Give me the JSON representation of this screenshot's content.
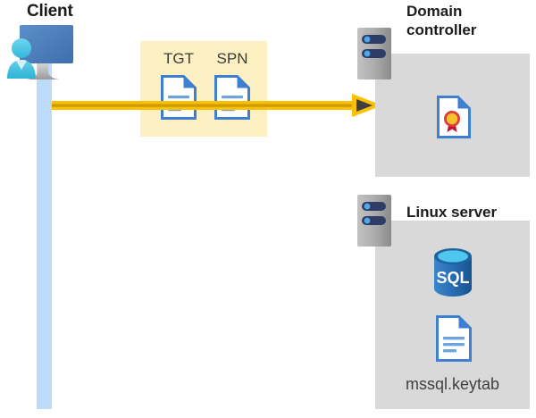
{
  "diagram": {
    "title_client": "Client",
    "messages": [
      {
        "name": "tgt",
        "label": "TGT",
        "icon": "document-icon"
      },
      {
        "name": "spn",
        "label": "SPN",
        "icon": "document-icon"
      }
    ],
    "domain_controller": {
      "title": "Domain controller",
      "title_line1": "Domain",
      "title_line2": "controller",
      "contents": [
        {
          "name": "certificate",
          "icon": "certificate-document-icon",
          "label": ""
        }
      ]
    },
    "linux_server": {
      "title": "Linux server",
      "contents": [
        {
          "name": "sql-database",
          "icon": "sql-database-icon",
          "label": "SQL"
        },
        {
          "name": "keytab-file",
          "icon": "document-icon",
          "label": "mssql.keytab"
        }
      ]
    },
    "flow": {
      "name": "client-to-domain-controller",
      "direction": "right",
      "arrow_color": "#ffc000"
    },
    "colors": {
      "message_box_fill": "#fdf1c4",
      "panel_fill": "#d9d9d9",
      "lifeline_fill": "#bcdbfb",
      "arrow": "#ffc000",
      "arrow_core": "#d8a400",
      "arrowhead": "#404040",
      "doc_blue": "#3f7fd0",
      "server_grey": "#a6a6a6",
      "server_dark": "#2e3c66",
      "sql_blue": "#2a6fb5",
      "cert_gold": "#f6c22b",
      "cert_red": "#c8102e",
      "monitor_blue": "#4a7ebb",
      "person_cyan": "#3fc0e0",
      "text_dark": "#1b1b1b",
      "text_grey": "#404040"
    }
  }
}
